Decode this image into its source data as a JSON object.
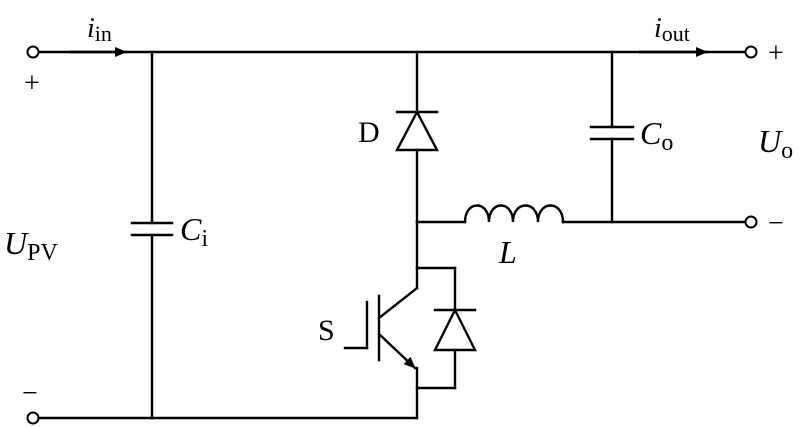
{
  "labels": {
    "i_in": {
      "main": "i",
      "sub": "in"
    },
    "i_out": {
      "main": "i",
      "sub": "out"
    },
    "u_pv": {
      "main": "U",
      "sub": "PV"
    },
    "u_o": {
      "main": "U",
      "sub": "o"
    },
    "c_i": {
      "main": "C",
      "sub": "i"
    },
    "c_o": {
      "main": "C",
      "sub": "o"
    },
    "inductor": "L",
    "diode": "D",
    "switch": "S",
    "plus_left": "+",
    "minus_left": "−",
    "plus_right": "+",
    "minus_right": "−"
  }
}
